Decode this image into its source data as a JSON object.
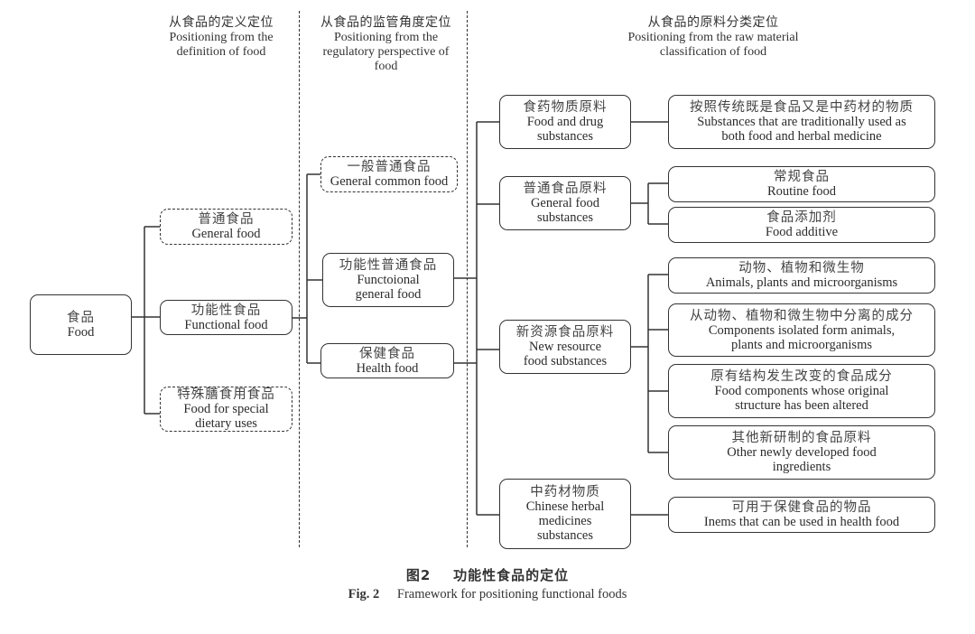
{
  "headers": {
    "definition": {
      "zh": "从食品的定义定位",
      "en": "Positioning from the definition of food"
    },
    "regulatory": {
      "zh": "从食品的监管角度定位",
      "en": "Positioning from the regulatory perspective of food"
    },
    "raw_material": {
      "zh": "从食品的原料分类定位",
      "en": "Positioning from the raw material classification of food"
    }
  },
  "nodes": {
    "food": {
      "zh": "食品",
      "en": "Food",
      "style": "solid"
    },
    "general_food": {
      "zh": "普通食品",
      "en": "General food",
      "style": "dashed"
    },
    "functional_food": {
      "zh": "功能性食品",
      "en": "Functional food",
      "style": "solid"
    },
    "special_dietary": {
      "zh": "特殊膳食用食品",
      "en": "Food for special dietary uses",
      "style": "dashed"
    },
    "general_common_food": {
      "zh": "一般普通食品",
      "en": "General common food",
      "style": "dashed"
    },
    "functional_general_food": {
      "zh": "功能性普通食品",
      "en": "Functoional general food",
      "style": "solid"
    },
    "health_food": {
      "zh": "保健食品",
      "en": "Health food",
      "style": "solid"
    },
    "food_drug_substances": {
      "zh": "食药物质原料",
      "en": "Food and drug substances",
      "style": "solid"
    },
    "general_food_substances": {
      "zh": "普通食品原料",
      "en": "General food substances",
      "style": "solid"
    },
    "new_resource": {
      "zh": "新资源食品原料",
      "en": "New resource food substances",
      "style": "solid"
    },
    "chinese_herbal": {
      "zh": "中药材物质",
      "en": "Chinese herbal medicines substances",
      "style": "solid"
    },
    "traditional_both": {
      "zh": "按照传统既是食品又是中药材的物质",
      "en": "Substances that are traditionally used as both food and herbal medicine",
      "style": "solid"
    },
    "routine_food": {
      "zh": "常规食品",
      "en": "Routine food",
      "style": "solid"
    },
    "food_additive": {
      "zh": "食品添加剂",
      "en": "Food additive",
      "style": "solid"
    },
    "animals_plants": {
      "zh": "动物、植物和微生物",
      "en": "Animals, plants and microorganisms",
      "style": "solid"
    },
    "components_isolated": {
      "zh": "从动物、植物和微生物中分离的成分",
      "en": "Components isolated form animals, plants and microorganisms",
      "style": "solid"
    },
    "structure_altered": {
      "zh": "原有结构发生改变的食品成分",
      "en": "Food components whose original structure has been altered",
      "style": "solid"
    },
    "other_new": {
      "zh": "其他新研制的食品原料",
      "en": "Other newly developed food ingredients",
      "style": "solid"
    },
    "health_food_items": {
      "zh": "可用于保健食品的物品",
      "en": "Inems that can be used in health food",
      "style": "solid"
    }
  },
  "edges": [
    [
      "food",
      "general_food"
    ],
    [
      "food",
      "functional_food"
    ],
    [
      "food",
      "special_dietary"
    ],
    [
      "functional_food",
      "general_common_food"
    ],
    [
      "functional_food",
      "functional_general_food"
    ],
    [
      "functional_food",
      "health_food"
    ],
    [
      "functional_general_food",
      "food_drug_substances"
    ],
    [
      "functional_general_food",
      "general_food_substances"
    ],
    [
      "functional_general_food",
      "new_resource"
    ],
    [
      "health_food",
      "chinese_herbal"
    ],
    [
      "food_drug_substances",
      "traditional_both"
    ],
    [
      "general_food_substances",
      "routine_food"
    ],
    [
      "general_food_substances",
      "food_additive"
    ],
    [
      "new_resource",
      "animals_plants"
    ],
    [
      "new_resource",
      "components_isolated"
    ],
    [
      "new_resource",
      "structure_altered"
    ],
    [
      "new_resource",
      "other_new"
    ],
    [
      "chinese_herbal",
      "health_food_items"
    ]
  ],
  "caption": {
    "zh_label": "图2",
    "zh_text": "功能性食品的定位",
    "en_label": "Fig. 2",
    "en_text": "Framework for positioning functional foods"
  }
}
